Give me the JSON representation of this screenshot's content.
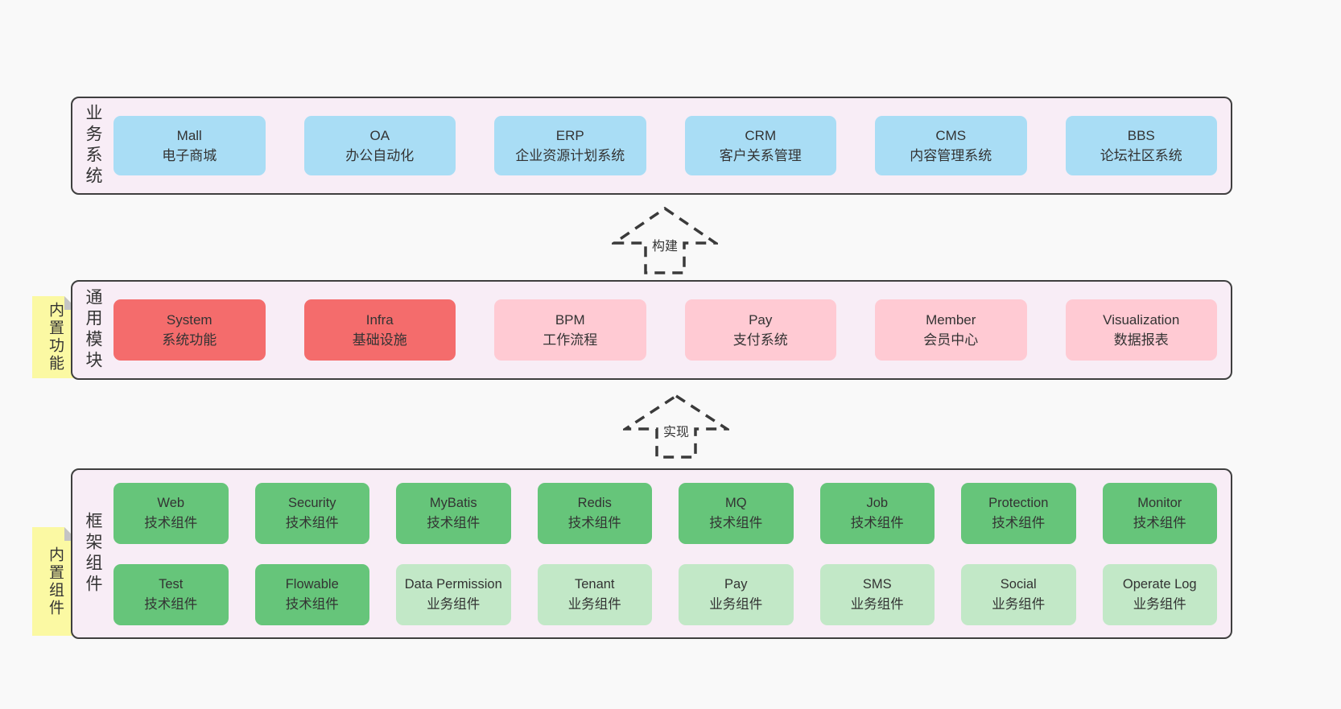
{
  "palette": {
    "page_background": "#f9f9f9",
    "layer_background": "#f8edf6",
    "layer_border": "#3f3f3f",
    "box_blue": "#a9ddf5",
    "box_red": "#f46c6c",
    "box_pink": "#ffcad3",
    "box_green_dark": "#66c57a",
    "box_green_light": "#c2e8c7",
    "tag_yellow": "#fbf9a3",
    "tag_fold_gray": "#c4c4c4",
    "arrow_stroke": "#3a3a3a",
    "text": "#333333"
  },
  "business_layer": {
    "side_label": "业务系统",
    "boxes": [
      {
        "name": "Mall",
        "desc": "电子商城",
        "style": "blue"
      },
      {
        "name": "OA",
        "desc": "办公自动化",
        "style": "blue"
      },
      {
        "name": "ERP",
        "desc": "企业资源计划系统",
        "style": "blue"
      },
      {
        "name": "CRM",
        "desc": "客户关系管理",
        "style": "blue"
      },
      {
        "name": "CMS",
        "desc": "内容管理系统",
        "style": "blue"
      },
      {
        "name": "BBS",
        "desc": "论坛社区系统",
        "style": "blue"
      }
    ]
  },
  "arrow_build": {
    "label": "构建"
  },
  "module_layer": {
    "side_label": "通用模块",
    "tag": "内置功能",
    "boxes": [
      {
        "name": "System",
        "desc": "系统功能",
        "style": "red"
      },
      {
        "name": "Infra",
        "desc": "基础设施",
        "style": "red"
      },
      {
        "name": "BPM",
        "desc": "工作流程",
        "style": "pink"
      },
      {
        "name": "Pay",
        "desc": "支付系统",
        "style": "pink"
      },
      {
        "name": "Member",
        "desc": "会员中心",
        "style": "pink"
      },
      {
        "name": "Visualization",
        "desc": "数据报表",
        "style": "pink"
      }
    ]
  },
  "arrow_implement": {
    "label": "实现"
  },
  "component_layer": {
    "side_label": "框架组件",
    "tag": "内置组件",
    "row1": [
      {
        "name": "Web",
        "desc": "技术组件",
        "style": "green-dark"
      },
      {
        "name": "Security",
        "desc": "技术组件",
        "style": "green-dark"
      },
      {
        "name": "MyBatis",
        "desc": "技术组件",
        "style": "green-dark"
      },
      {
        "name": "Redis",
        "desc": "技术组件",
        "style": "green-dark"
      },
      {
        "name": "MQ",
        "desc": "技术组件",
        "style": "green-dark"
      },
      {
        "name": "Job",
        "desc": "技术组件",
        "style": "green-dark"
      },
      {
        "name": "Protection",
        "desc": "技术组件",
        "style": "green-dark"
      },
      {
        "name": "Monitor",
        "desc": "技术组件",
        "style": "green-dark"
      }
    ],
    "row2": [
      {
        "name": "Test",
        "desc": "技术组件",
        "style": "green-dark"
      },
      {
        "name": "Flowable",
        "desc": "技术组件",
        "style": "green-dark"
      },
      {
        "name": "Data Permission",
        "desc": "业务组件",
        "style": "green-light"
      },
      {
        "name": "Tenant",
        "desc": "业务组件",
        "style": "green-light"
      },
      {
        "name": "Pay",
        "desc": "业务组件",
        "style": "green-light"
      },
      {
        "name": "SMS",
        "desc": "业务组件",
        "style": "green-light"
      },
      {
        "name": "Social",
        "desc": "业务组件",
        "style": "green-light"
      },
      {
        "name": "Operate Log",
        "desc": "业务组件",
        "style": "green-light"
      }
    ]
  }
}
